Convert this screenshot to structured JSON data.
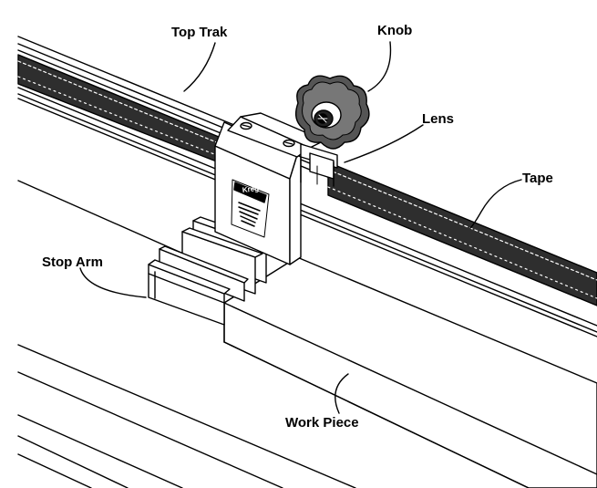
{
  "labels": {
    "top_trak": "Top Trak",
    "knob": "Knob",
    "lens": "Lens",
    "tape": "Tape",
    "stop_arm": "Stop Arm",
    "work_piece": "Work Piece"
  },
  "logo": "Kreg",
  "colors": {
    "ink": "#000000",
    "paper": "#ffffff",
    "tape_fill": "#333333",
    "knob_fill": "#444444"
  }
}
